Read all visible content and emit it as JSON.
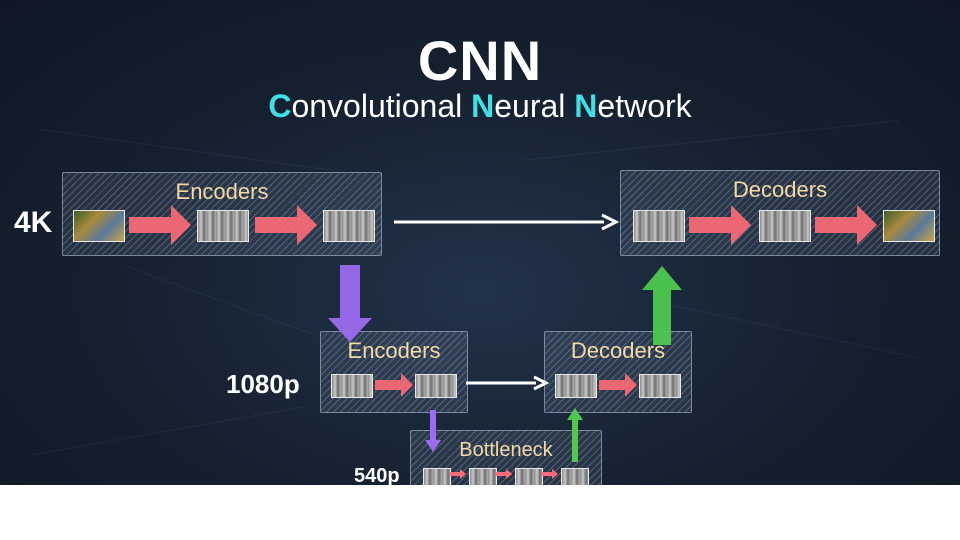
{
  "title": "CNN",
  "subtitle": {
    "parts": [
      {
        "text": "C",
        "hl": true
      },
      {
        "text": "onvolutional ",
        "hl": false
      },
      {
        "text": "N",
        "hl": true
      },
      {
        "text": "eural ",
        "hl": false
      },
      {
        "text": "N",
        "hl": true
      },
      {
        "text": "etwork",
        "hl": false
      }
    ]
  },
  "colors": {
    "highlight": "#3fe0e6",
    "box_label": "#f3d9a6",
    "down_arrow": "#9b6cf0",
    "up_arrow": "#4ec94e",
    "flow_arrow": "#ff6b78",
    "skip_arrow": "#ffffff"
  },
  "levels": {
    "top": {
      "resolution": "4K",
      "encoder_label": "Encoders",
      "decoder_label": "Decoders"
    },
    "mid": {
      "resolution": "1080p",
      "encoder_label": "Encoders",
      "decoder_label": "Decoders"
    },
    "bottom": {
      "resolution": "540p",
      "bottleneck_label": "Bottleneck"
    }
  }
}
